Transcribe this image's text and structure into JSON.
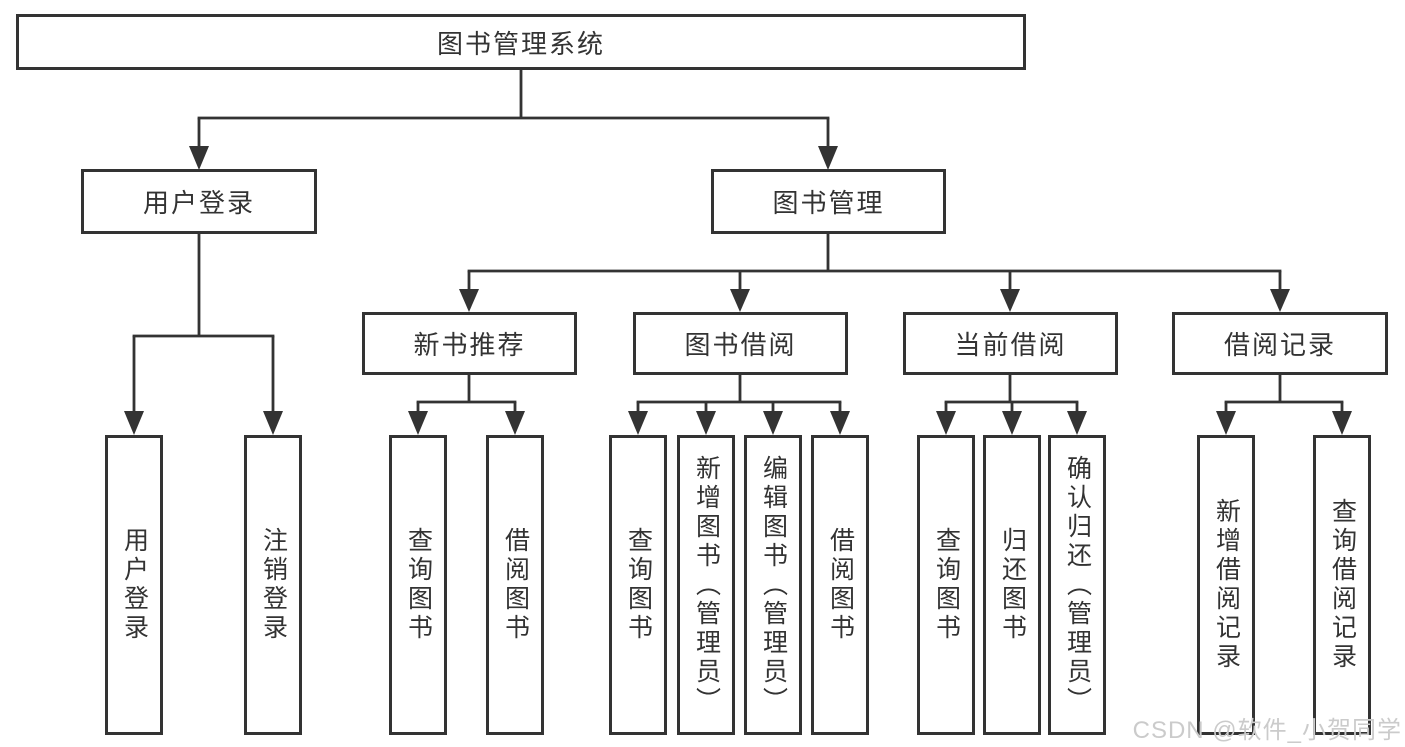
{
  "diagram": {
    "root": {
      "label": "图书管理系统"
    },
    "branches": [
      {
        "label": "用户登录",
        "children": [
          {
            "label": "用户登录"
          },
          {
            "label": "注销登录"
          }
        ]
      },
      {
        "label": "图书管理",
        "sections": [
          {
            "label": "新书推荐",
            "children": [
              {
                "label": "查询图书"
              },
              {
                "label": "借阅图书"
              }
            ]
          },
          {
            "label": "图书借阅",
            "children": [
              {
                "label": "查询图书"
              },
              {
                "label": "新增图书（管理员）"
              },
              {
                "label": "编辑图书（管理员）"
              },
              {
                "label": "借阅图书"
              }
            ]
          },
          {
            "label": "当前借阅",
            "children": [
              {
                "label": "查询图书"
              },
              {
                "label": "归还图书"
              },
              {
                "label": "确认归还（管理员）"
              }
            ]
          },
          {
            "label": "借阅记录",
            "children": [
              {
                "label": "新增借阅记录"
              },
              {
                "label": "查询借阅记录"
              }
            ]
          }
        ]
      }
    ]
  },
  "watermark": {
    "text": "CSDN @软件_小贺同学"
  },
  "colors": {
    "line": "#333333",
    "text": "#333333",
    "background": "#ffffff",
    "node_background": "#ffffff",
    "watermark": "#cbcbcb"
  }
}
